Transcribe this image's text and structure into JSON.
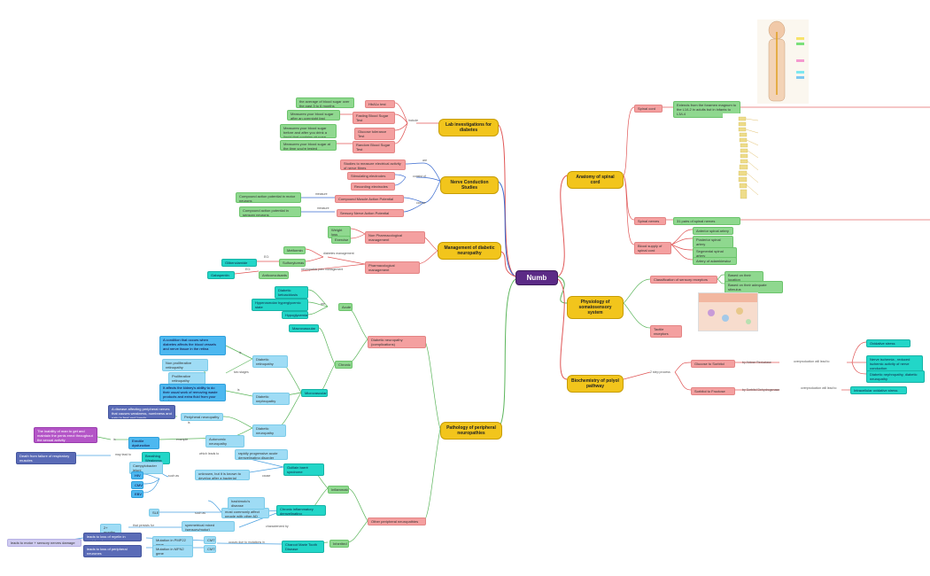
{
  "root": "Numb",
  "branches": {
    "anatomy": {
      "title": "Anatomy of spinal cord",
      "spinal_cord": "Spinal cord",
      "extends": "Extends from the foramen magnum to the L1/L2 in adults but in infants to L3/L4",
      "spinal_nerves": "Spinal nerves",
      "pairs": "31 pairs of spinal nerves",
      "blood_supply": "Blood supply of spinal cord",
      "arteries": [
        "Anterior spinal artery",
        "Posterior spinal artery",
        "Segmental spinal artery",
        "Artery of adamkiewicz"
      ]
    },
    "physiology": {
      "title": "Physiology of somatosensory system",
      "classification": "Classification of sensory receptors",
      "based_location": "Based on their location",
      "based_stimulus": "Based on their adequate stimulus",
      "tactile": "Tactile receptors"
    },
    "biochem": {
      "title": "Biochemistry of polyol pathway",
      "two_step": "2 step process",
      "glucose_sorbitol": "Glucose to Sorbitol",
      "sorbitol_fructose": "Sorbitol to Fructose",
      "aldose": "by Aldose Reductase",
      "sdh": "by Sorbitol Dehydrogenase",
      "overprod1": "overproduction will lead to",
      "overprod2": "overproduction will lead to",
      "effects": [
        "Oxidative stress",
        "Nerve ischemia , reduced ischemic activity of nerve conduction",
        "Diabetic nephropathy, diabetic neuropathy"
      ],
      "intracellular": "Intracellular oxidative stress"
    },
    "lab": {
      "title": "Lab investigations for diabetes",
      "include": "include",
      "tests": [
        "HbA1c test",
        "Fasting Blood Sugar Test",
        "Glucose tolerance Test",
        "Random Blood Sugar Test"
      ],
      "descs": [
        "the average of blood sugar over the past 3 to 6 months",
        "Measures your blood sugar after an overnight fast",
        "Measures your blood sugar before and after you drink a liquid that contains glucose.",
        "Measures your blood sugar at the time you're tested"
      ]
    },
    "ncs": {
      "title": "Nerve Conduction Studies",
      "are": "are",
      "consist": "consist of",
      "can_be": "can be",
      "studies": "Studies to measure electrical activity of nerve fibres",
      "stim": "Stimulating electrodes",
      "rec": "Recording electrodes",
      "cmap": "Compound Muscle Action Potential",
      "snap": "Sensory Nerve Action Potential",
      "measure1": "measure",
      "measure2": "measure",
      "cmap_desc": "Compound action potential in motor neurons",
      "snap_desc": "Compound action potential in sensory neurons"
    },
    "mgmt": {
      "title": "Management of diabetic neuropathy",
      "nonpharm": "Non Pharmacological management",
      "pharm": "Pharmacological management",
      "weight": "Weight loss",
      "exercise": "Exercise",
      "diabetes_mgmt": "diabetes management",
      "neuro_pain": "neuropathic pain management",
      "metformin": "Metformin",
      "sulfonylureas": "Sulfonylureas",
      "anticonvulsants": "Anticonvulsants",
      "eg1": "EG:",
      "eg2": "EG:",
      "glibenclamide": "Glibenclamide",
      "gabapentin": "Gabapentin"
    },
    "patho": {
      "title": "Pathology of peripheral neuropathies",
      "dn_title": "Diabetic neuropathy (complications)",
      "acute": "Acute",
      "are": "are",
      "acute_items": [
        "Diabetic ketoacidosis",
        "Hyperosmolar hyperglycemic state",
        "Hypoglycemia"
      ],
      "chronic": "Chronic",
      "macro": "Macrovascular",
      "micro": "Microvascular",
      "dr": "Diabetic retinopathy",
      "dr_desc": "A condition that occurs when diabetes affects the blood vessels and nerve tissue in the retina",
      "is1": "is",
      "two_stages": "two stages",
      "nonprolif": "Non proliferative retinopathy",
      "prolif": "Proliferative retinopathy",
      "dnep": "Diabetic nephropathy",
      "dnep_desc": "It affects the kidney's ability to do their usual work of removing waste products and extra fluid from your body",
      "is2": "is",
      "dneur": "Diabetic neuropathy",
      "pn": "Peripheral neuropathy",
      "pn_desc": "A disease affecting peripheral nerves that causes weakness, numbness and pain in feet and hands",
      "is3": "is",
      "an": "Autonomic neuropathy",
      "example": "example",
      "ed": "Erectile dysfunction",
      "ed_is": "is",
      "ed_desc": "The inability of man to get and maintain the penis erect throughout the sexual activity",
      "other": "Other peripheral neuropathies",
      "inflam": "Inflammatory",
      "gbs": "Guillain barré syndrome",
      "gbs_desc": "rapidly progressive acute demyelinating disorder affecting motor nerves",
      "which_leads": "which leads to",
      "breathing": "Breathing Weakness",
      "may_lead": "may lead to",
      "death": "Death from failure of respiratory muscles",
      "cause": "cause",
      "unknown": "unknown, but it is known to develop after a bacterial infection",
      "such_as1": "such as",
      "campy": "Campylobacter jejuni",
      "viruses": [
        "HIV",
        "CMV",
        "EBV"
      ],
      "cidp": "Chronic inflammatory demyelinating polyneuropathy",
      "most_common": "most commonly affect people with other AD",
      "such_as2": "such as",
      "hashimoto": "hashimoto's disease",
      "sle": "SLE",
      "characterized": "characterized by",
      "symmetrical": "symmetrical mixed (sensory/motor) polyneuropathy",
      "that_persists": "that persists for",
      "months": "2+ months",
      "inherited": "Inherited",
      "cmt": "Charcot Marie Tooth Disease",
      "occurs": "occurs due to mutations in",
      "cmt1": "CMT1",
      "cmt2": "CMT2",
      "pmp22": "Mutation in PMP22 gene",
      "mfn2": "Mutation in MFN2 gene",
      "myelin": "leads to loss of myelin in peripheral neurones",
      "axon": "leads to loss of peripheral neurones",
      "motor_sensory": "leads to motor + sensory nerves damage"
    }
  },
  "colors": {
    "root": "#5b2a86",
    "main": "#f2c51c",
    "pink": "#f4a0a0",
    "green": "#8fd88f",
    "teal": "#22d6c8",
    "blue": "#4db8f0",
    "edge_red": "#e05656",
    "edge_green": "#5bb55b",
    "edge_blue": "#4aa0e0",
    "edge_gold": "#d4a514"
  }
}
